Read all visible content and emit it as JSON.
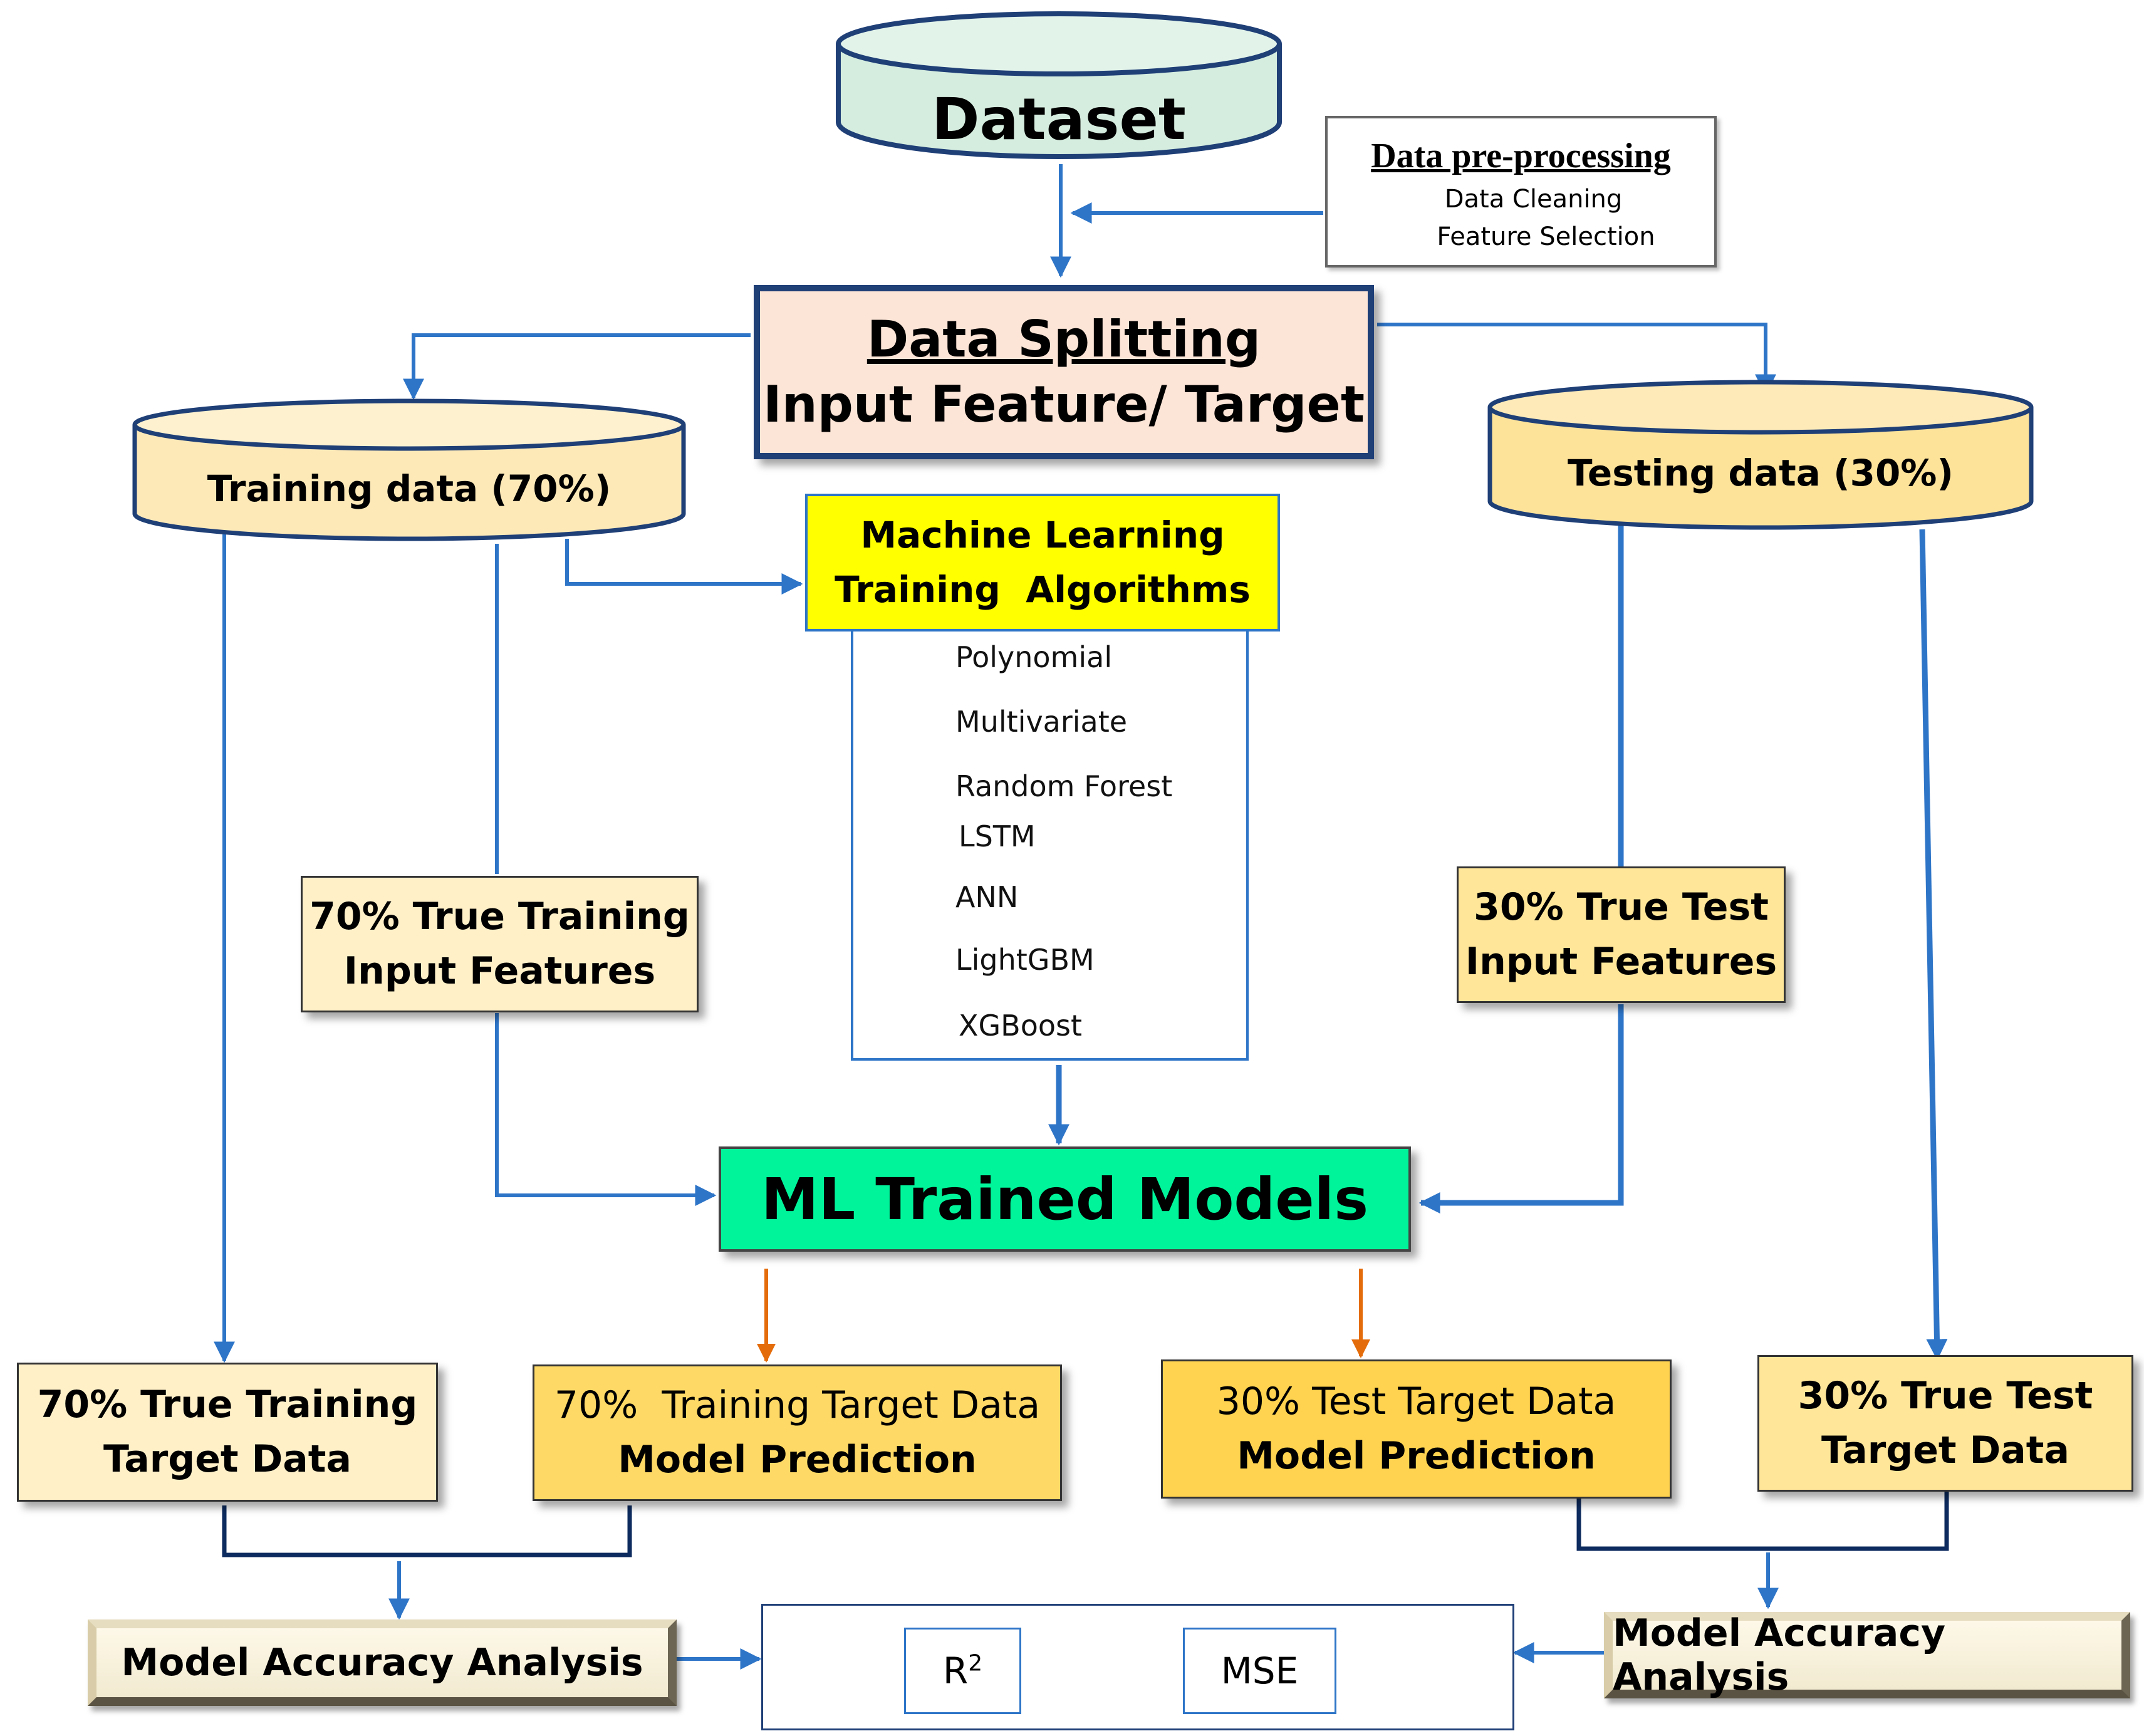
{
  "dataset": {
    "label": "Dataset"
  },
  "preprocessing": {
    "title": "Data pre-processing",
    "items": [
      "Data Cleaning",
      "Feature Selection"
    ]
  },
  "splitting": {
    "line1": "Data Splitting",
    "line2": "Input Feature/ Target"
  },
  "training_data": {
    "label": "Training data (70%)"
  },
  "testing_data": {
    "label": "Testing data (30%)"
  },
  "ml_algorithms": {
    "title_line1": "Machine Learning",
    "title_line2": "Training  Algorithms",
    "items": [
      "Polynomial",
      "Multivariate",
      "Random Forest",
      "LSTM",
      "ANN",
      "LightGBM",
      "XGBoost"
    ]
  },
  "train_input": {
    "line1": "70% True Training",
    "line2": "Input Features"
  },
  "test_input": {
    "line1": "30% True Test",
    "line2": "Input Features"
  },
  "trained_models": {
    "label": "ML Trained Models"
  },
  "train_target": {
    "line1": "70% True Training",
    "line2": "Target Data"
  },
  "train_prediction": {
    "line1": "70%  Training Target Data",
    "line2": "Model Prediction"
  },
  "test_prediction": {
    "line1": "30% Test Target Data",
    "line2": "Model Prediction"
  },
  "test_target": {
    "line1": "30% True Test",
    "line2": "Target Data"
  },
  "accuracy_left": {
    "label": "Model Accuracy Analysis"
  },
  "accuracy_right": {
    "label": "Model Accuracy Analysis"
  },
  "metrics": {
    "r2_base": "R",
    "r2_sup": "2",
    "mse": "MSE"
  },
  "colors": {
    "arrow_blue": "#2e75c8",
    "arrow_orange": "#e46c0a",
    "connector_navy": "#0d2b5e",
    "dataset_fill": "#d5eddf",
    "cylinder_fill": "#fde9b8",
    "split_fill": "#fce4d6",
    "split_border": "#1f3f77",
    "ml_title_fill": "#ffff00",
    "trained_fill": "#00f59a",
    "light_box_fill": "#fff0c8",
    "prediction_fill": "#ffd966"
  }
}
